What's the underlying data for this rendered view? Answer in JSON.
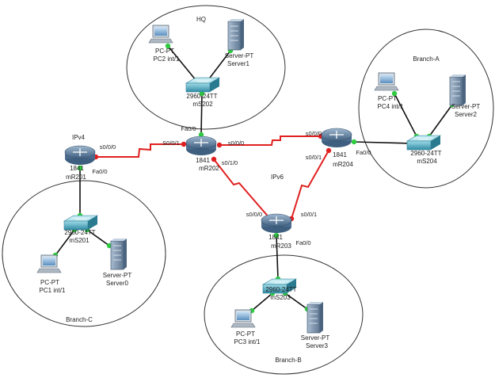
{
  "colors": {
    "serial_link": "#e02020",
    "ethernet_link": "#111111",
    "port_up": "#2ecc40",
    "port_serial": "#e02020",
    "router_body": "#5a7a9a",
    "switch_body": "#4aa3b8",
    "server_body": "#8098b0",
    "pc_screen": "#5a8fc0"
  },
  "areas": [
    {
      "id": "hq",
      "label": "HQ"
    },
    {
      "id": "branch-a",
      "label": "Branch-A"
    },
    {
      "id": "branch-b",
      "label": "Branch-B"
    },
    {
      "id": "branch-c",
      "label": "Branch-C"
    }
  ],
  "notes": [
    {
      "id": "ipv4",
      "text": "IPv4"
    },
    {
      "id": "ipv6",
      "text": "IPv6"
    }
  ],
  "routers": [
    {
      "id": "mr201",
      "model": "1841",
      "name": "mR201",
      "icon": "router-icon"
    },
    {
      "id": "mr202",
      "model": "1841",
      "name": "mR202",
      "icon": "router-icon"
    },
    {
      "id": "mr203",
      "model": "1841",
      "name": "mR203",
      "icon": "router-icon"
    },
    {
      "id": "mr204",
      "model": "1841",
      "name": "mR204",
      "icon": "router-icon"
    }
  ],
  "switches": [
    {
      "id": "ms201",
      "model": "2960-24TT",
      "name": "mS201",
      "icon": "switch-icon"
    },
    {
      "id": "ms202",
      "model": "2960-24TT",
      "name": "mS202",
      "icon": "switch-icon"
    },
    {
      "id": "ms203",
      "model": "2960-24TT",
      "name": "mS203",
      "icon": "switch-icon"
    },
    {
      "id": "ms204",
      "model": "2960-24TT",
      "name": "mS204",
      "icon": "switch-icon"
    }
  ],
  "pcs": [
    {
      "id": "pc1",
      "model": "PC-PT",
      "name": "PC1 int/1",
      "icon": "pc-icon"
    },
    {
      "id": "pc2",
      "model": "PC-PT",
      "name": "PC2 int/1",
      "icon": "pc-icon"
    },
    {
      "id": "pc3",
      "model": "PC-PT",
      "name": "PC3 int/1",
      "icon": "pc-icon"
    },
    {
      "id": "pc4",
      "model": "PC-PT",
      "name": "PC4 int/1",
      "icon": "pc-icon"
    }
  ],
  "servers": [
    {
      "id": "server0",
      "model": "Server-PT",
      "name": "Server0",
      "icon": "server-icon"
    },
    {
      "id": "server1",
      "model": "Server-PT",
      "name": "Server1",
      "icon": "server-icon"
    },
    {
      "id": "server2",
      "model": "Server-PT",
      "name": "Server2",
      "icon": "server-icon"
    },
    {
      "id": "server3",
      "model": "Server-PT",
      "name": "Server3",
      "icon": "server-icon"
    }
  ],
  "links": [
    {
      "id": "mr201-mr202",
      "type": "serial"
    },
    {
      "id": "mr202-mr204",
      "type": "serial"
    },
    {
      "id": "mr202-mr203",
      "type": "serial"
    },
    {
      "id": "mr204-mr203",
      "type": "serial"
    },
    {
      "id": "mr202-ms202",
      "type": "ethernet"
    },
    {
      "id": "mr204-ms204",
      "type": "ethernet"
    },
    {
      "id": "mr201-ms201",
      "type": "ethernet"
    },
    {
      "id": "mr203-ms203",
      "type": "ethernet"
    },
    {
      "id": "ms202-pc2",
      "type": "ethernet"
    },
    {
      "id": "ms202-server1",
      "type": "ethernet"
    },
    {
      "id": "ms204-pc4",
      "type": "ethernet"
    },
    {
      "id": "ms204-server2",
      "type": "ethernet"
    },
    {
      "id": "ms201-pc1",
      "type": "ethernet"
    },
    {
      "id": "ms201-server0",
      "type": "ethernet"
    },
    {
      "id": "ms203-pc3",
      "type": "ethernet"
    },
    {
      "id": "ms203-server3",
      "type": "ethernet"
    }
  ],
  "interface_labels": [
    {
      "id": "mr201-s000",
      "text": "s0/0/0"
    },
    {
      "id": "mr201-fa00",
      "text": "Fa0/0"
    },
    {
      "id": "mr202-s001",
      "text": "S0/0/1"
    },
    {
      "id": "mr202-s000",
      "text": "s0/0/0"
    },
    {
      "id": "mr202-s010",
      "text": "s0/1/0"
    },
    {
      "id": "mr202-fa00",
      "text": "Fa0/0"
    },
    {
      "id": "mr204-s000",
      "text": "s0/0/0"
    },
    {
      "id": "mr204-s001",
      "text": "s0/0/1"
    },
    {
      "id": "mr204-fa00",
      "text": "Fa0/0"
    },
    {
      "id": "mr203-s000",
      "text": "s0/0/0"
    },
    {
      "id": "mr203-s001",
      "text": "s0/0/1"
    },
    {
      "id": "mr203-fa00",
      "text": "Fa0/0"
    }
  ]
}
